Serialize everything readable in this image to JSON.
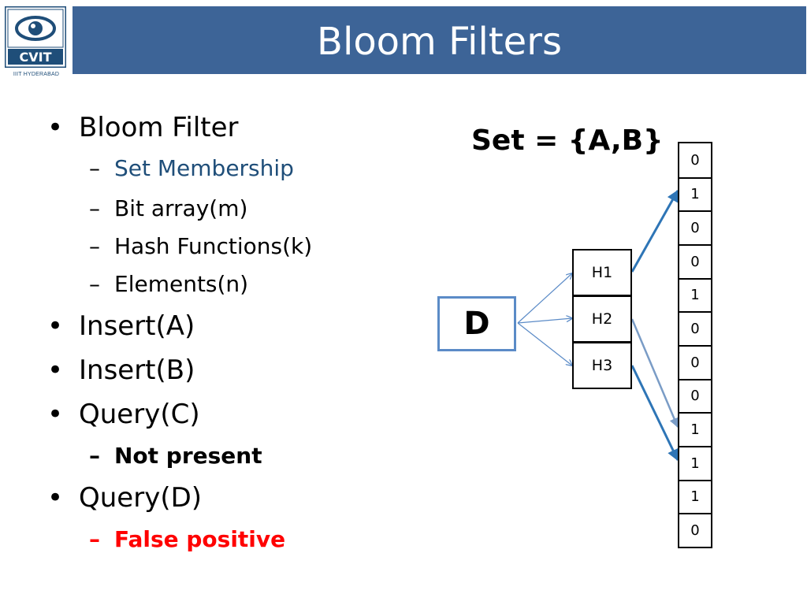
{
  "header": {
    "title": "Bloom Filters",
    "logo_text": "CVIT",
    "logo_caption": "IIIT HYDERABAD"
  },
  "bullets": {
    "bloom_filter": "Bloom Filter",
    "set_membership": "Set Membership",
    "bit_array": "Bit array(m)",
    "hash_functions": "Hash Functions(k)",
    "elements": "Elements(n)",
    "insert_a": "Insert(A)",
    "insert_b": "Insert(B)",
    "query_c": "Query(C)",
    "not_present": "Not present",
    "query_d": "Query(D)",
    "false_positive": "False positive"
  },
  "diagram": {
    "set_label": "Set = {A,B}",
    "query_element": "D",
    "hash_functions": [
      "H1",
      "H2",
      "H3"
    ],
    "bits": [
      "0",
      "1",
      "0",
      "0",
      "1",
      "0",
      "0",
      "0",
      "1",
      "1",
      "1",
      "0"
    ],
    "hash_targets": {
      "H1": 1,
      "H2": 8,
      "H3": 9
    }
  },
  "colors": {
    "title_bar": "#3d6497",
    "accent_blue": "#1f4e79",
    "arrow_blue": "#2e75b6",
    "false_positive_red": "#ff0000"
  }
}
